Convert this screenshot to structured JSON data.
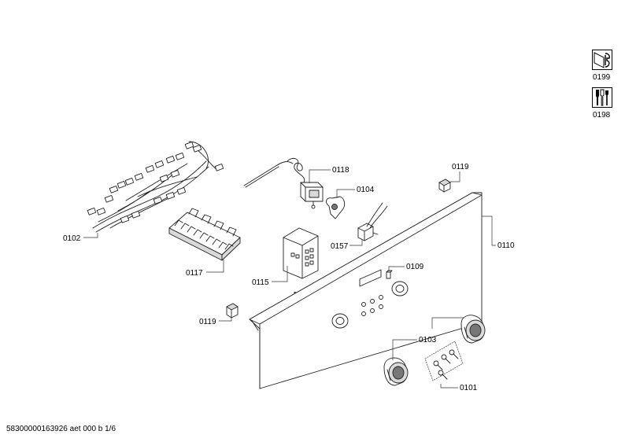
{
  "document_code": "58300000163926 aet 000 b 1/6",
  "service_icons": [
    {
      "code": "0199",
      "icon": "wrench-and-screen-icon"
    },
    {
      "code": "0198",
      "icon": "screwdriver-tools-icon"
    }
  ],
  "parts": {
    "p0102": "0102",
    "p0117": "0117",
    "p0118": "0118",
    "p0104": "0104",
    "p0115": "0115",
    "p0157": "0157",
    "p0119_top": "0119",
    "p0119_bottom": "0119",
    "p0110": "0110",
    "p0109": "0109",
    "p0103": "0103",
    "p0101": "0101"
  }
}
